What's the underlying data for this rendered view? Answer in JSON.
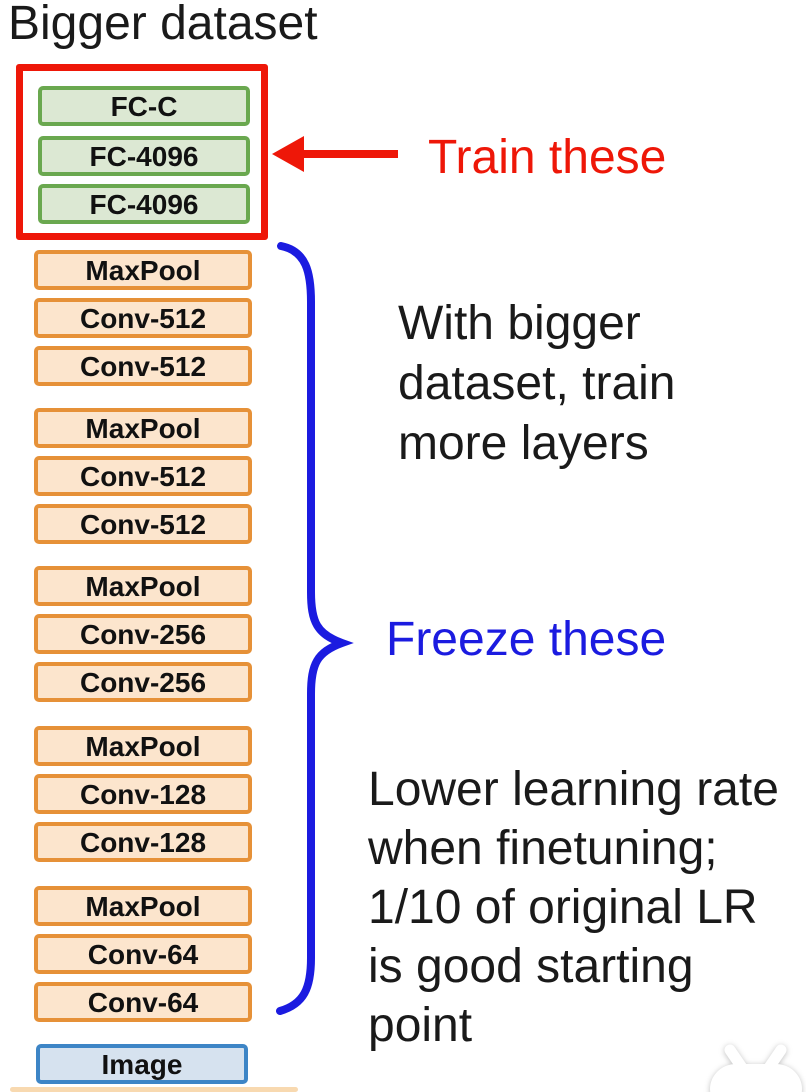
{
  "page": {
    "title": "Bigger dataset"
  },
  "annotations": {
    "train_label": "Train these",
    "freeze_label": "Freeze these",
    "note_bigger": "With bigger\ndataset, train\nmore layers",
    "note_lr": "Lower learning rate\nwhen finetuning;\n1/10 of original LR\nis good starting\npoint"
  },
  "layers": [
    {
      "label": "FC-C",
      "type": "fc",
      "group": "train"
    },
    {
      "label": "FC-4096",
      "type": "fc",
      "group": "train"
    },
    {
      "label": "FC-4096",
      "type": "fc",
      "group": "train"
    },
    {
      "label": "MaxPool",
      "type": "conv",
      "group": "freeze"
    },
    {
      "label": "Conv-512",
      "type": "conv",
      "group": "freeze"
    },
    {
      "label": "Conv-512",
      "type": "conv",
      "group": "freeze"
    },
    {
      "label": "MaxPool",
      "type": "conv",
      "group": "freeze"
    },
    {
      "label": "Conv-512",
      "type": "conv",
      "group": "freeze"
    },
    {
      "label": "Conv-512",
      "type": "conv",
      "group": "freeze"
    },
    {
      "label": "MaxPool",
      "type": "conv",
      "group": "freeze"
    },
    {
      "label": "Conv-256",
      "type": "conv",
      "group": "freeze"
    },
    {
      "label": "Conv-256",
      "type": "conv",
      "group": "freeze"
    },
    {
      "label": "MaxPool",
      "type": "conv",
      "group": "freeze"
    },
    {
      "label": "Conv-128",
      "type": "conv",
      "group": "freeze"
    },
    {
      "label": "Conv-128",
      "type": "conv",
      "group": "freeze"
    },
    {
      "label": "MaxPool",
      "type": "conv",
      "group": "freeze"
    },
    {
      "label": "Conv-64",
      "type": "conv",
      "group": "freeze"
    },
    {
      "label": "Conv-64",
      "type": "conv",
      "group": "freeze"
    },
    {
      "label": "Image",
      "type": "input",
      "group": "input"
    }
  ],
  "colors": {
    "red": "#ee1708",
    "blue": "#1b1be0",
    "text": "#1a1a1a",
    "fc_fill": "#dce8d3",
    "fc_border": "#6aa84f",
    "conv_fill": "#fce5cd",
    "conv_border": "#e69138",
    "input_fill": "#d6e2ef",
    "input_border": "#3d85c6"
  }
}
